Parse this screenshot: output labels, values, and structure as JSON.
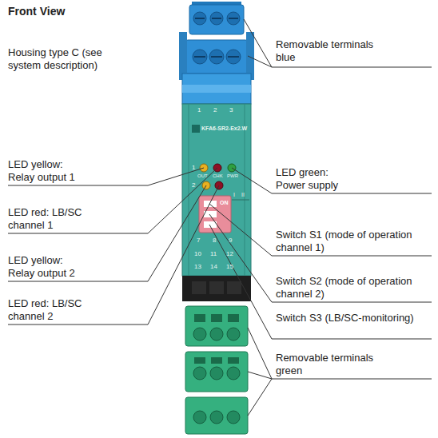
{
  "diagram": {
    "title": "Front View",
    "labels": [
      "Housing type C (see system description)",
      "Removable terminals blue",
      "LED yellow: Relay output 1",
      "LED green: Power supply",
      "LED red: LB/SC channel 1",
      "Switch S1 (mode of operation channel 1)",
      "LED yellow: Relay output 2",
      "Switch S2 (mode of operation channel 2)",
      "LED red: LB/SC channel 2",
      "Switch S3 (LB/SC-monitoring)",
      "Removable terminals green",
      "1",
      "2",
      "3",
      "KFA6-SR2-Ex2.W",
      "OUT",
      "CHK",
      "PWR",
      "1",
      "2",
      "ON",
      "I",
      "II",
      "7",
      "8",
      "9",
      "10",
      "11",
      "12",
      "13",
      "14",
      "15"
    ]
  }
}
